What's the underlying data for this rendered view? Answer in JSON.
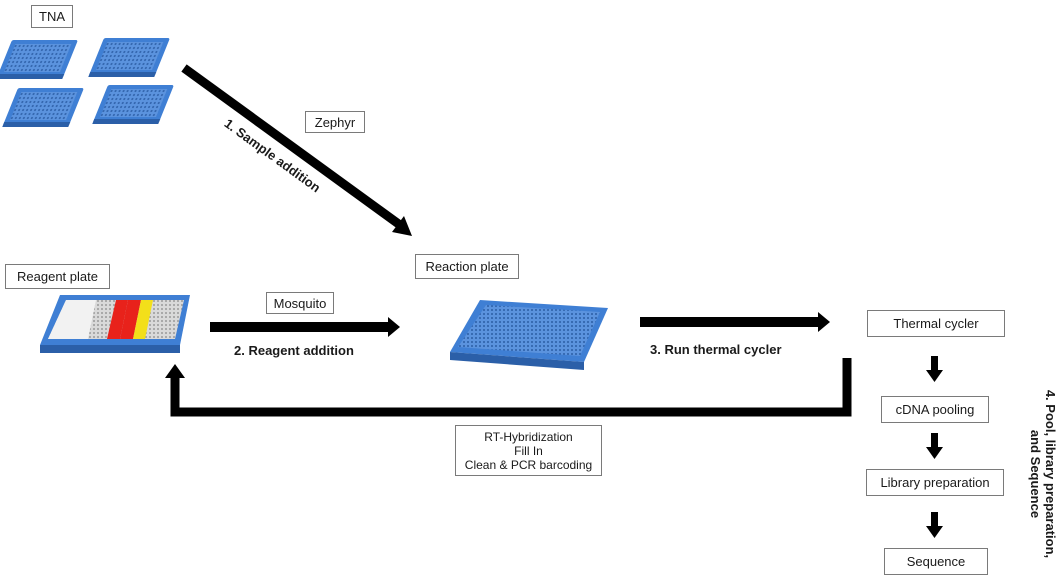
{
  "labels": {
    "tna": "TNA",
    "zephyr": "Zephyr",
    "step1": "1. Sample addition",
    "reagent_plate": "Reagent plate",
    "mosquito": "Mosquito",
    "step2": "2. Reagent addition",
    "reaction_plate": "Reaction plate",
    "step3": "3. Run thermal cycler",
    "rt_line1": "RT-Hybridization",
    "rt_line2": "Fill In",
    "rt_line3": "Clean & PCR barcoding",
    "step4_line1": "4. Pool, library preparation,",
    "step4_line2": "and Sequence"
  },
  "workflow": {
    "steps": [
      "Thermal cycler",
      "cDNA pooling",
      "Library preparation",
      "Sequence"
    ]
  },
  "colors": {
    "plate_blue": "#4a86d8",
    "plate_blue_dark": "#2b5fa8",
    "arrow": "#000000",
    "reagent_red": "#e8221b",
    "reagent_yellow": "#f3df1a",
    "reagent_white": "#f2f2f2"
  }
}
